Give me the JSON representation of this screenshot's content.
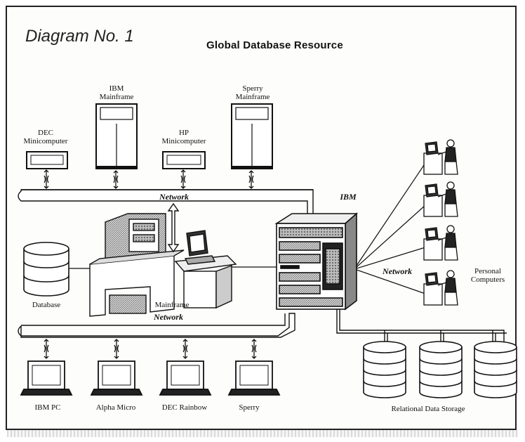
{
  "title": "Diagram No. 1",
  "subtitle": "Global Database Resource",
  "labels": {
    "dec_minicomputer": "DEC\nMinicomputer",
    "ibm_mainframe": "IBM\nMainframe",
    "hp_minicomputer": "HP\nMinicomputer",
    "sperry_mainframe": "Sperry\nMainframe",
    "network_top": "Network",
    "ibm": "IBM",
    "database": "Database",
    "mainframe": "Mainframe",
    "network_right": "Network",
    "personal_computers": "Personal\nComputers",
    "network_bottom": "Network",
    "ibm_pc": "IBM PC",
    "alpha_micro": "Alpha Micro",
    "dec_rainbow": "DEC Rainbow",
    "sperry": "Sperry",
    "relational_data_storage": "Relational Data Storage"
  }
}
